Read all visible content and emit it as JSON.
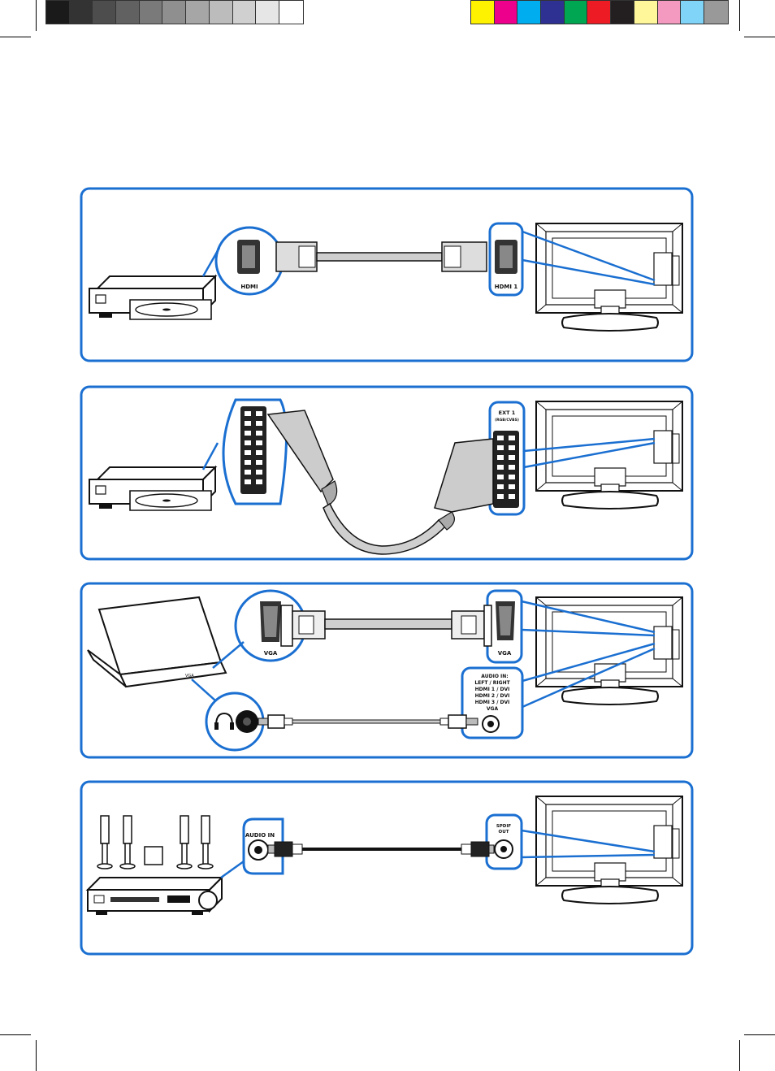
{
  "grayscale_swatches": [
    "#1a1a1a",
    "#333333",
    "#4d4d4d",
    "#616161",
    "#7a7a7a",
    "#8f8f8f",
    "#a6a6a6",
    "#bcbcbc",
    "#d0d0d0",
    "#e6e6e6",
    "#ffffff"
  ],
  "color_swatches": [
    "#fff200",
    "#ec008c",
    "#00aeef",
    "#2e3192",
    "#00a651",
    "#ed1c24",
    "#231f20",
    "#fff799",
    "#f49ac1",
    "#7fd4f7",
    "#999999"
  ],
  "colors": {
    "panel_border": "#1a6fd1",
    "callout_line": "#1a6fd1",
    "device_stroke": "#111111",
    "cable_fill": "#cfcfcf"
  },
  "panels": [
    {
      "source_label": "HDMI",
      "tv_label": "HDMI 1"
    },
    {
      "tv_label": "EXT 1",
      "tv_sublabel": "(RGB/CVBS)"
    },
    {
      "source_label": "VGA",
      "tv_label": "VGA",
      "laptop_port_label": "VGA",
      "audio_lines": [
        "AUDIO IN:",
        "LEFT / RIGHT",
        "HDMI 1 / DVI",
        "HDMI 2 / DVI",
        "HDMI 3 / DVI",
        "VGA"
      ]
    },
    {
      "source_label": "AUDIO IN",
      "tv_label": "SPDIF",
      "tv_sublabel": "OUT"
    }
  ]
}
